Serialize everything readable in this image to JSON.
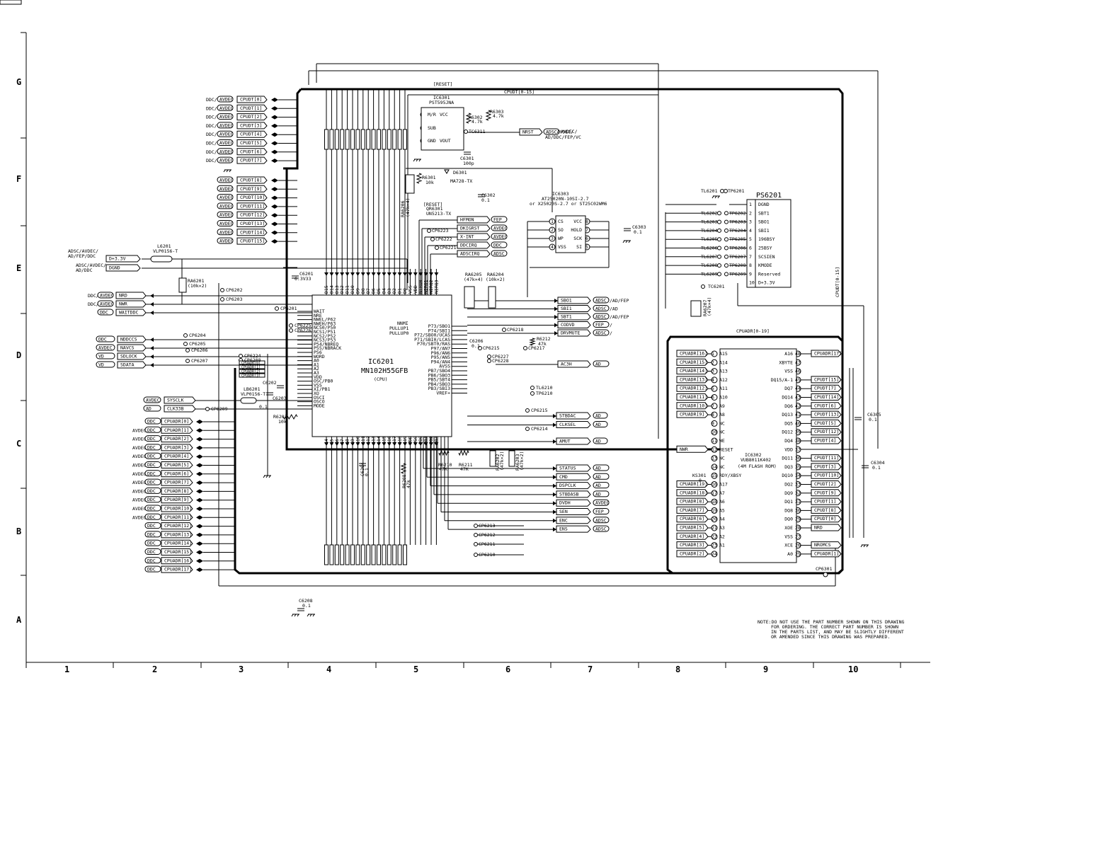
{
  "frame": {
    "rows": [
      "G",
      "F",
      "E",
      "D",
      "C",
      "B",
      "A"
    ],
    "cols": [
      "1",
      "2",
      "3",
      "4",
      "5",
      "6",
      "7",
      "8",
      "9",
      "10"
    ]
  },
  "note": {
    "lines": [
      "NOTE:DO NOT USE THE PART NUMBER SHOWN ON THIS DRAWING",
      "FOR ORDERING. THE CORRECT PART NUMBER IS SHOWN",
      "IN THE PARTS LIST, AND MAY BE SLIGHTLY DIFFERENT",
      "OR AMENDED SINCE THIS DRAWING WAS PREPARED."
    ]
  },
  "buses": {
    "reset": "[RESET]",
    "cpudt": "CPUDT[0-15]",
    "cpuadr": "CPUADR[0-19]",
    "cpudt_side": "CPUDT[0-15]"
  },
  "left_cpudt": [
    {
      "src": "DDC/AVDEC",
      "sig": "CPUDT[0]"
    },
    {
      "src": "DDC/AVDEC",
      "sig": "CPUDT[1]"
    },
    {
      "src": "DDC/AVDEC",
      "sig": "CPUDT[2]"
    },
    {
      "src": "DDC/AVDEC",
      "sig": "CPUDT[3]"
    },
    {
      "src": "DDC/AVDEC",
      "sig": "CPUDT[4]"
    },
    {
      "src": "DDC/AVDEC",
      "sig": "CPUDT[5]"
    },
    {
      "src": "DDC/AVDEC",
      "sig": "CPUDT[6]"
    },
    {
      "src": "DDC/AVDEC",
      "sig": "CPUDT[7]"
    },
    {
      "src": "AVDEC",
      "sig": "CPUDT[8]"
    },
    {
      "src": "AVDEC",
      "sig": "CPUDT[9]"
    },
    {
      "src": "AVDEC",
      "sig": "CPUDT[10]"
    },
    {
      "src": "AVDEC",
      "sig": "CPUDT[11]"
    },
    {
      "src": "AVDEC",
      "sig": "CPUDT[12]"
    },
    {
      "src": "AVDEC",
      "sig": "CPUDT[13]"
    },
    {
      "src": "AVDEC",
      "sig": "CPUDT[14]"
    },
    {
      "src": "AVDEC",
      "sig": "CPUDT[15]"
    }
  ],
  "left_power": {
    "src1": "ADSC/AVDEC/",
    "src1b": "AD/FEP/DDC",
    "sig1": "D+3.3V",
    "src2": "ADSC/AVDEC/",
    "src2b": "AD/DDC",
    "sig2": "DGND",
    "l6201": "L6201",
    "l6201v": "VLP0156-T",
    "ra6201": "RA6201",
    "ra6201v": "(10k×2)",
    "c6201": "C6201",
    "c6201v": "6.3V33"
  },
  "left_ctrl": [
    {
      "src": "DDC/AVDEC",
      "sig": "NRD"
    },
    {
      "src": "DDC/AVDEC",
      "sig": "NWR"
    },
    {
      "src": "DDC",
      "sig": "WAITDDC"
    }
  ],
  "left_ctrl2": [
    {
      "src": "DDC",
      "sig": "NDDCCS"
    },
    {
      "src": "AVDEC",
      "sig": "NAVCS"
    },
    {
      "src": "VD",
      "sig": "SDLOCK"
    },
    {
      "src": "VD",
      "sig": "SDATA"
    }
  ],
  "left_clk": [
    {
      "src": "AVDEC",
      "sig": "SYSCLK"
    },
    {
      "src": "AD",
      "sig": "CLK33B"
    }
  ],
  "left_cpuadr": [
    {
      "src": "DDC",
      "sig": "CPUADR[0]"
    },
    {
      "src": "AVDEC/DDC",
      "sig": "CPUADR[1]"
    },
    {
      "src": "AVDEC/DDC",
      "sig": "CPUADR[2]"
    },
    {
      "src": "AVDEC/DDC",
      "sig": "CPUADR[3]"
    },
    {
      "src": "AVDEC/DDC",
      "sig": "CPUADR[4]"
    },
    {
      "src": "AVDEC/DDC",
      "sig": "CPUADR[5]"
    },
    {
      "src": "AVDEC/DDC",
      "sig": "CPUADR[6]"
    },
    {
      "src": "AVDEC/DDC",
      "sig": "CPUADR[7]"
    },
    {
      "src": "AVDEC/DDC",
      "sig": "CPUADR[8]"
    },
    {
      "src": "AVDEC/DDC",
      "sig": "CPUADR[9]"
    },
    {
      "src": "AVDEC/DDC",
      "sig": "CPUADR[10]"
    },
    {
      "src": "AVDEC/DDC",
      "sig": "CPUADR[11]"
    },
    {
      "src": "DDC",
      "sig": "CPUADR[12]"
    },
    {
      "src": "DDC",
      "sig": "CPUADR[13]"
    },
    {
      "src": "DDC",
      "sig": "CPUADR[14]"
    },
    {
      "src": "DDC",
      "sig": "CPUADR[15]"
    },
    {
      "src": "DDC",
      "sig": "CPUADR[16]"
    },
    {
      "src": "DDC",
      "sig": "CPUADR[17]"
    }
  ],
  "testpoints_left": [
    "CP6202",
    "CP6203",
    "CP6201",
    "CP6225",
    "CP6226",
    "CP6204",
    "CP6205",
    "CP6206",
    "CP6207",
    "CP6224",
    "CP6208",
    "CP6209"
  ],
  "ic6201": {
    "ref": "IC6201",
    "part": "MN102H55GFB",
    "func": "(CPU)",
    "left_pins": [
      "WAIT",
      "NRE",
      "NWEL/P62",
      "NWEH/P63",
      "NCS0/P50",
      "NCS1/P51",
      "NCS2/P52",
      "NCS3/P53",
      "P54/NBREQ",
      "P55/NBRACK",
      "P56",
      "WORD",
      "A0",
      "A1",
      "A2",
      "A3",
      "VDD",
      "OSC/PB0",
      "VSS",
      "XI/PB1",
      "XO",
      "OSCI",
      "OSCO",
      "MODE"
    ],
    "right_pins": [
      "P73/SBO1",
      "P74/SBI1",
      "P72/SBO0/UCAS",
      "P71/SBI0/LCAS",
      "P70/SBT0/RAS",
      "P97/AN7",
      "P96/AN6",
      "P95/AN5",
      "P94/AN4",
      "AVSS",
      "PB7/SBO4",
      "PB6/SBO3",
      "PB5/SBT4",
      "PB4/SBO3",
      "PB3/SBI3",
      "VREF+",
      "NNMI",
      "PULLUP1",
      "PULLUP0"
    ],
    "top_pins": [
      "D15",
      "D14",
      "D13",
      "D12",
      "D11",
      "D10",
      "D9",
      "D8",
      "D7",
      "D6",
      "D5",
      "D4",
      "D3",
      "D2",
      "D1",
      "D0",
      "VSS",
      "VDD",
      "NIRQ0",
      "NIRQ1",
      "NIRQ2",
      "NIRQ3"
    ],
    "bottom_pins": [
      "A4",
      "A5",
      "A6",
      "A7",
      "A8",
      "A9",
      "A10",
      "A11",
      "A12",
      "A13",
      "A14",
      "A15",
      "A16",
      "A17",
      "A18",
      "A19",
      "VDD",
      "VSS",
      "P80",
      "P81",
      "P82",
      "P83"
    ]
  },
  "ic6301": {
    "ref": "IC6301",
    "part": "PST595JNA",
    "pins": [
      "M/R",
      "SUB",
      "GND",
      "VCC",
      "VOUT"
    ],
    "r6302": "R6302",
    "r6302v": "4.7k",
    "r6303": "R6303",
    "r6303v": "4.7k",
    "c6301": "C6301",
    "c6301v": "100p",
    "tc": "TC6311"
  },
  "nrst": {
    "sig": "NRST",
    "dest": "ADSC/AVDEC/",
    "dest2": "AD/DDC/FEP/VC"
  },
  "d6301": {
    "r": "R6301",
    "rv": "10k",
    "d": "D6301",
    "dv": "MA728-TX",
    "c": "C6302",
    "cv": "0.1",
    "q": "QR6301",
    "qv": "UN5213-TX",
    "reset": "[RESET]",
    "ra": "RA6206",
    "rav": "(47k×4)"
  },
  "mid_outputs": [
    {
      "sig": "HFMON",
      "dest": "FEP"
    },
    {
      "sig": "DKIGRST",
      "dest": "AVDEC"
    },
    {
      "sig": "X-INT",
      "dest": "AVDEC"
    },
    {
      "sig": "DDCIRQ",
      "dest": "DDC"
    },
    {
      "sig": "ADSCIRQ",
      "dest": "ADSC"
    }
  ],
  "mid_tp": [
    "CP6223",
    "CP6222",
    "CP6221"
  ],
  "ic6303": {
    "ref": "IC6303",
    "part": "AT25020N-10SI-2.7",
    "alt": "or X25020S-2.7 or ST25C02WM6",
    "pins_left": [
      "CS",
      "SO",
      "WP",
      "VSS"
    ],
    "pins_right": [
      "VCC",
      "HOLD",
      "SCK",
      "SI"
    ],
    "c": "C6303",
    "cv": "0.1"
  },
  "ra_mid": {
    "ra6205": "RA6205",
    "ra6205v": "(47k×4)",
    "ra6204": "RA6204",
    "ra6204v": "(10k×2)"
  },
  "serial_out": [
    {
      "sig": "SBO1",
      "dest": "ADSC/AD/FEP"
    },
    {
      "sig": "SBI1",
      "dest": "ADSC/AD"
    },
    {
      "sig": "SBT1",
      "dest": "ADSC/AD/FEP"
    },
    {
      "sig": "CODVD",
      "dest": "FEP"
    },
    {
      "sig": "DRVMUTE",
      "dest": "ADSC"
    }
  ],
  "ac3h": {
    "sig": "AC3H",
    "dest": "AD",
    "tp": [
      "CP6218",
      "CP6215",
      "CP6217",
      "CP6227",
      "CP6228"
    ],
    "r": "R6212",
    "rv": "47k",
    "c": "C6206",
    "cv": "0.1"
  },
  "tl_mid": [
    "TL6210",
    "TP6210",
    "CP6215",
    "CP6214"
  ],
  "stb_out": [
    {
      "sig": "STBDAC",
      "dest": "AD"
    },
    {
      "sig": "CLKSEL",
      "dest": "AD"
    },
    {
      "sig": "AMUT",
      "dest": "AD"
    }
  ],
  "status_out": [
    {
      "sig": "STATUS",
      "dest": "AD"
    },
    {
      "sig": "CMD",
      "dest": "AD"
    },
    {
      "sig": "DSPCLK",
      "dest": "AD"
    },
    {
      "sig": "STBDASB",
      "dest": "AD"
    },
    {
      "sig": "DVDH",
      "dest": "AVDEC"
    },
    {
      "sig": "SEN",
      "dest": "FEP"
    },
    {
      "sig": "ENC",
      "dest": "ADSC"
    },
    {
      "sig": "ENS",
      "dest": "ADSC"
    }
  ],
  "status_tp": [
    "CP6213",
    "CP6212",
    "CP6211",
    "CP6210"
  ],
  "bottom_res": {
    "r6210": "R6210",
    "r6210v": "47K",
    "r6211": "R6211",
    "r6211v": "47K",
    "ra6202": "RA6202",
    "ra6202v": "(47k×2)",
    "ra6203": "RA6203",
    "ra6203v": "(47k×2)",
    "r6208": "R6208",
    "r6208v": "47k",
    "c6204": "C6204",
    "c6204v": "0.1",
    "c6208": "C6208",
    "c6208v": "0.1"
  },
  "lb6201": {
    "ref": "LB6201",
    "val": "VLP0156-T",
    "c6202": "C6202",
    "c6203": "C6203",
    "c6203v": "0.1",
    "r6201": "R6201",
    "r6201v": "10k"
  },
  "ps6201": {
    "ref": "PS6201",
    "pins": [
      {
        "n": "1",
        "name": "DGND",
        "tl": "TL6201",
        "tp": "TP6201"
      },
      {
        "n": "2",
        "name": "SBT1",
        "tl": "TL6202",
        "tp": "TP6202"
      },
      {
        "n": "3",
        "name": "SBO1",
        "tl": "TL6203",
        "tp": "TP6203"
      },
      {
        "n": "4",
        "name": "SBI1",
        "tl": "TL6204",
        "tp": "TP6204"
      },
      {
        "n": "5",
        "name": "196BSY",
        "tl": "TL6205",
        "tp": "TP6205"
      },
      {
        "n": "6",
        "name": "25BSY",
        "tl": "TL6206",
        "tp": "TP6206"
      },
      {
        "n": "7",
        "name": "SCSIEN",
        "tl": "TL6207",
        "tp": "TP6207"
      },
      {
        "n": "8",
        "name": "KMODE",
        "tl": "TL6208",
        "tp": "TP6208"
      },
      {
        "n": "9",
        "name": "Reserved",
        "tl": "TL6209",
        "tp": "TP6209"
      },
      {
        "n": "10",
        "name": "D+3.3V",
        "tl": "",
        "tp": ""
      }
    ],
    "tc": "TC6201",
    "ra": "RA6207",
    "rav": "(47k×4)"
  },
  "ic6302": {
    "ref": "IC6302",
    "part": "VUB8011K402",
    "func": "(4M FLASH ROM)",
    "left_sigs": [
      "CPUADR[16]",
      "CPUADR[15]",
      "CPUADR[14]",
      "CPUADR[13]",
      "CPUADR[12]",
      "CPUADR[11]",
      "CPUADR[10]",
      "CPUADR[9]",
      "",
      "",
      "",
      "NWR",
      "",
      "",
      "",
      "CPUADR[19]",
      "CPUADR[18]",
      "CPUADR[8]",
      "CPUADR[7]",
      "CPUADR[6]",
      "CPUADR[5]",
      "CPUADR[4]",
      "CPUADR[3]",
      "CPUADR[2]"
    ],
    "left_pins": [
      "A15",
      "A14",
      "A13",
      "A12",
      "A11",
      "A10",
      "A9",
      "A8",
      "NC",
      "NC",
      "WE",
      "RESET",
      "NC",
      "NC",
      "RDY/XBSY",
      "A17",
      "A7",
      "A6",
      "A5",
      "A4",
      "A3",
      "A2",
      "A1",
      ""
    ],
    "right_pins": [
      "A16",
      "XBYTE",
      "VSS",
      "DQ15/A-1",
      "DQ7",
      "DQ14",
      "DQ6",
      "DQ13",
      "DQ5",
      "DQ12",
      "DQ4",
      "VDD",
      "DQ11",
      "DQ3",
      "DQ10",
      "DQ2",
      "DQ9",
      "DQ1",
      "DQ8",
      "DQ0",
      "XOE",
      "VSS",
      "XCE",
      "A0"
    ],
    "right_sigs": [
      "CPUADR[17]",
      "",
      "",
      "CPUDT[15]",
      "CPUDT[7]",
      "CPUDT[14]",
      "CPUDT[6]",
      "CPUDT[13]",
      "CPUDT[5]",
      "CPUDT[12]",
      "CPUDT[4]",
      "",
      "CPUDT[11]",
      "CPUDT[3]",
      "CPUDT[10]",
      "CPUDT[2]",
      "CPUDT[9]",
      "CPUDT[1]",
      "CPUDT[8]",
      "CPUDT[0]",
      "NRD",
      "",
      "NROMCS",
      "CPUADR[1]"
    ],
    "ks": "KS301",
    "c6305": "C6305",
    "c6305v": "0.1",
    "c6304": "C6304",
    "c6304v": "0.1",
    "cp": "CP6301"
  },
  "c6206": {
    "ref": "C6206",
    "val": "0.1"
  }
}
